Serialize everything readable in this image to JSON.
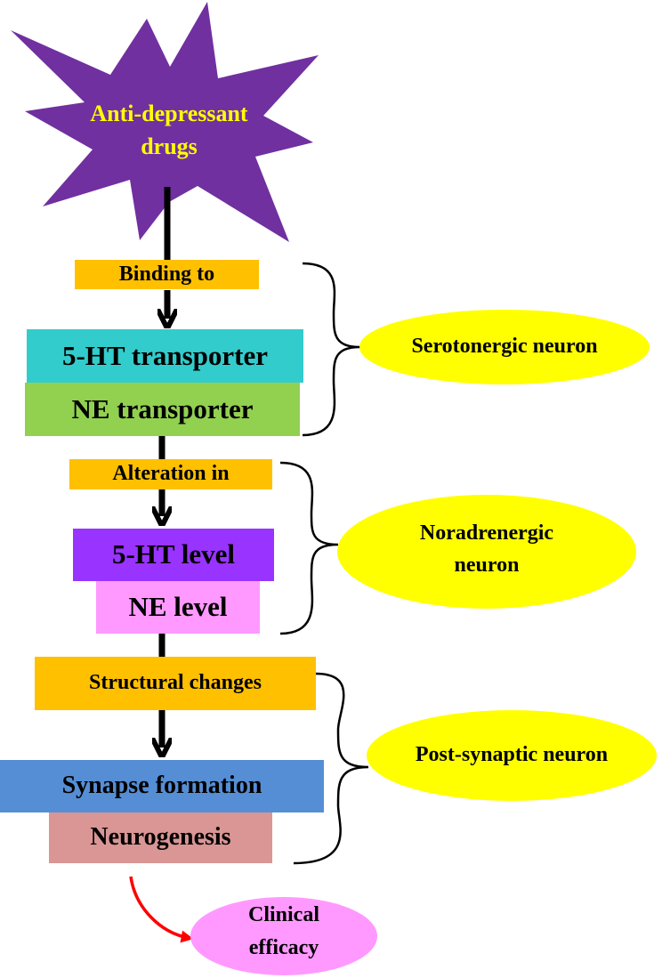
{
  "start": {
    "label_line1": "Anti-depressant",
    "label_line2": "drugs"
  },
  "stages": [
    {
      "step": "Binding to",
      "boxes": [
        "5-HT transporter",
        "NE transporter"
      ],
      "group": {
        "line1": "Serotonergic neuron",
        "line2": ""
      }
    },
    {
      "step": "Alteration in",
      "boxes": [
        "5-HT level",
        "NE level"
      ],
      "group": {
        "line1": "Noradrenergic",
        "line2": "neuron"
      }
    },
    {
      "step": "Structural changes",
      "boxes": [
        "Synapse formation",
        "Neurogenesis"
      ],
      "group": {
        "line1": "Post-synaptic neuron",
        "line2": ""
      }
    }
  ],
  "outcome": {
    "line1": "Clinical",
    "line2": "efficacy"
  },
  "colors": {
    "star": "#7030a0",
    "star_text": "#ffff00",
    "step": "#ffc000",
    "teal": "#33cccc",
    "green": "#92d050",
    "purple": "#9933ff",
    "pink": "#ff99ff",
    "blue": "#558ed5",
    "rose": "#d99694",
    "oval": "#ffff00",
    "outcome": "#ff99ff",
    "curved_arrow": "#ff0000"
  }
}
